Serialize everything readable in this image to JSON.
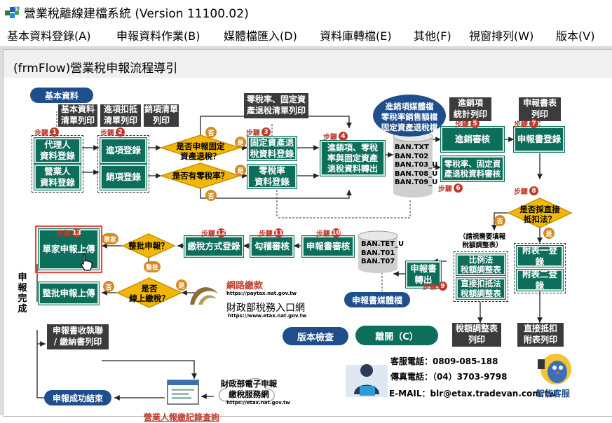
{
  "window": {
    "title": "營業稅離線建檔系統 (Version 11100.02)"
  },
  "menu": [
    "基本資料登錄(A)",
    "申報資料作業(B)",
    "媒體檔匯入(D)",
    "資料庫轉檔(E)",
    "其他(F)",
    "視窗排列(W)",
    "版本(V)"
  ],
  "child_window": {
    "title": "(frmFlow)營業稅申報流程導引"
  },
  "flow": {
    "basic_data": "基本資料",
    "docs": {
      "basic_list": "基本資料\n清單列印",
      "deduct_list": "進項扣抵\n清單列印",
      "sales_list": "銷項清單\n列印",
      "zero_asset_list": "零稅率、固定資\n產退稅清單列印",
      "purchase_stats": "進銷項\n統計列印",
      "report_print": "申報書表\n列印",
      "tax_adjust_print": "稅額調整表\n列印",
      "direct_deduct_print": "直接抵扣\n附表列印",
      "receipt_print": "申報書收執聯\n/ 繳納書列印"
    },
    "boxes": {
      "agent_entry": "代理人\n資料登錄",
      "business_entry": "營業人\n資料登錄",
      "purchase_entry": "進項登錄",
      "sales_entry": "銷項登錄",
      "asset_refund_entry": "固定資產退\n稅資料登錄",
      "zero_rate_entry": "零稅率\n資料登錄",
      "convert": "進銷項、零稅\n率與固定資產\n退稅資料轉出",
      "purchase_review": "進銷審核",
      "zero_asset_review": "零稅率、固定資\n產退稅資料審核",
      "report_entry": "申報書登錄",
      "schedule1": "附表一登錄",
      "schedule2": "附表二登錄",
      "ratio_table": "比例法\n稅額調整表",
      "direct_table": "直接扣抵法\n稅額調整表",
      "report_export": "申報書\n轉出",
      "report_review": "申報書審核",
      "check_review": "勾稽審核",
      "payment_entry": "繳稅方式登錄",
      "single_upload": "單家申報上傳",
      "batch_upload": "整批申報上傳"
    },
    "decisions": {
      "asset_refund": "是否申報固定\n資產退稅？",
      "zero_rate": "是否有零稅率？",
      "batch": "整批申報？",
      "online_pay": "是否\n線上繳稅？",
      "direct_deduct": "是否採直接\n抵扣法？"
    },
    "media": {
      "top": "進銷項媒體檔\n零稅率銷售額檔\n固定資產退稅檔",
      "report": "申報書媒體檔"
    },
    "db_files": {
      "top": [
        "BAN.TXT",
        "BAN.T02",
        "BAN.T03_U",
        "BAN.T08_U",
        "BAN.T09_U"
      ],
      "bottom": [
        "BAN.TET_U",
        "BAN.T01",
        "BAN.T07"
      ]
    },
    "note": "（請視需要填報\n稅額調整表）",
    "yes": "是",
    "no": "否",
    "single_tag": "單家",
    "batch_tag": "整批",
    "steps": [
      {
        "label": "步驟",
        "n": "1"
      },
      {
        "label": "步驟",
        "n": "2"
      },
      {
        "label": "步驟",
        "n": "3"
      },
      {
        "label": "步驟",
        "n": "4"
      },
      {
        "label": "步驟",
        "n": "5"
      },
      {
        "label": "步驟",
        "n": "6"
      },
      {
        "label": "步驟",
        "n": "7"
      },
      {
        "label": "步驟",
        "n": "8"
      },
      {
        "label": "步驟",
        "n": "9"
      },
      {
        "label": "步驟",
        "n": "10"
      },
      {
        "label": "步驟",
        "n": "11"
      },
      {
        "label": "步驟",
        "n": "12"
      },
      {
        "label": "步驟",
        "n": "13"
      }
    ],
    "complete_label": "申報完成",
    "end": "申報成功結束",
    "pay_online": "網路繳款",
    "pay_url": "https://paytax.nat.gov.tw",
    "tax_portal": "財政部稅務入口網",
    "tax_portal_url": "https://www.etax.nat.gov.tw",
    "efiling": "財政部電子申報\n繳稅服務網",
    "efiling_url": "https://etax.nat.gov.tw",
    "record_query": "營業人報繳記錄查詢",
    "version_check": "版本檢查",
    "exit": "離開（C）",
    "contact": {
      "service_phone": "客服電話：0809-085-188",
      "fax": "傳真電話：（04）3703-9798",
      "email": "E-MAIL：blr@etax.tradevan.com.tw"
    },
    "smart_service": "智能客服"
  },
  "colors": {
    "box": "#0e6e5c",
    "decision": "#f2b705",
    "pill": "#1f4e8c",
    "step": "#c0392b",
    "highlight": "#e74c3c"
  }
}
